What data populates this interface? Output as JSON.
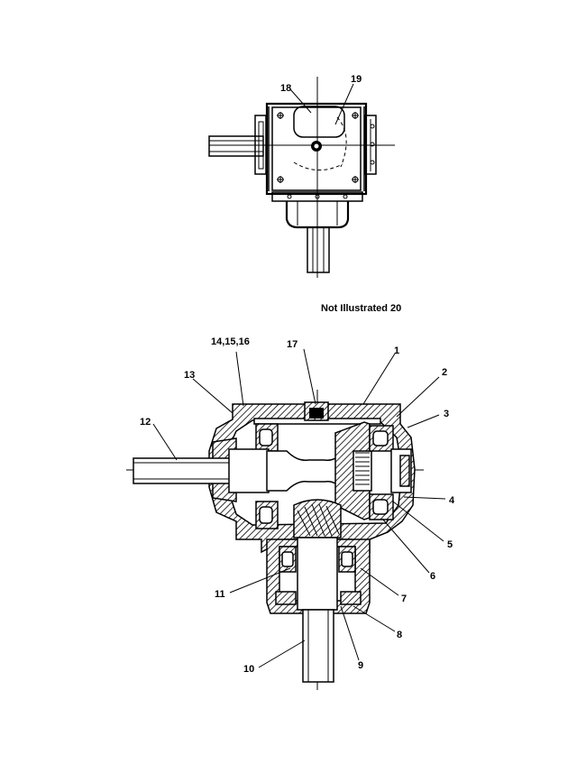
{
  "note": "Not Illustrated 20",
  "top_view_labels": {
    "a": "18",
    "b": "19"
  },
  "section_labels": {
    "l1": "1",
    "l2": "2",
    "l3": "3",
    "l4": "4",
    "l5": "5",
    "l6": "6",
    "l7": "7",
    "l8": "8",
    "l9": "9",
    "l10": "10",
    "l11": "11",
    "l12": "12",
    "l13": "13",
    "l14": "14,15,16",
    "l17": "17"
  }
}
